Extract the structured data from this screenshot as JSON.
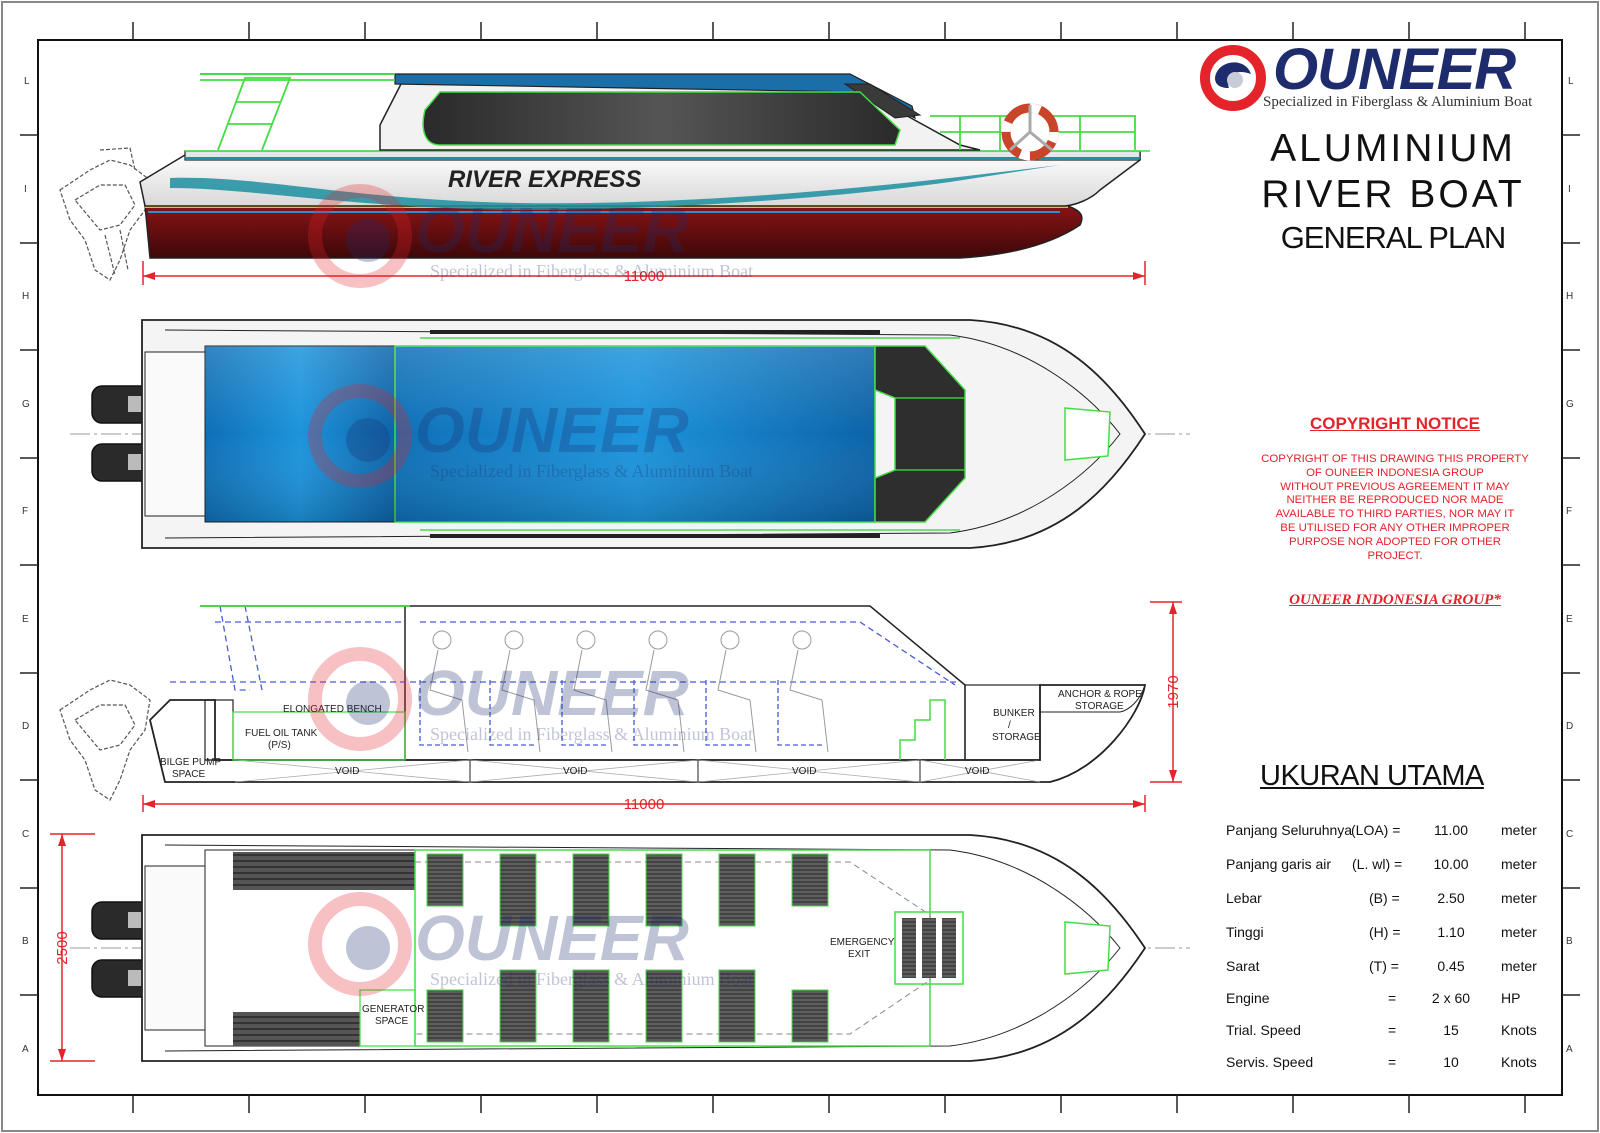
{
  "brand": {
    "name": "OUNEER",
    "tagline": "Specialized in Fiberglass & Aluminium Boat",
    "colors": {
      "navy": "#1e2c6e",
      "red": "#e4232a",
      "accent_blue": "#1a8fd8",
      "hull_maroon": "#5a0d0e",
      "outline_green": "#44dd44"
    }
  },
  "title": {
    "line1": "ALUMINIUM",
    "line2": "RIVER BOAT",
    "line3": "GENERAL PLAN"
  },
  "copyright": {
    "heading": "COPYRIGHT NOTICE",
    "lines": [
      "COPYRIGHT OF THIS DRAWING THIS PROPERTY",
      "OF OUNEER INDONESIA GROUP",
      "WITHOUT PREVIOUS AGREEMENT IT MAY",
      "NEITHER BE REPRODUCED NOR MADE",
      "AVAILABLE TO THIRD PARTIES, NOR MAY IT",
      "BE UTILISED FOR ANY OTHER IMPROPER",
      "PURPOSE NOR ADOPTED FOR OTHER",
      "PROJECT."
    ],
    "company": "OUNEER INDONESIA GROUP*"
  },
  "profile": {
    "boat_name": "RIVER EXPRESS"
  },
  "dimensions": {
    "length_top": "11000",
    "length_section": "11000",
    "height": "1970",
    "beam": "2500"
  },
  "section_labels": {
    "bench": "ELONGATED BENCH",
    "fuel_line1": "FUEL OIL TANK",
    "fuel_line2": "(P/S)",
    "bilge_line1": "BILGE PUMP",
    "bilge_line2": "SPACE",
    "bunker_line1": "BUNKER",
    "bunker_line2": "/",
    "bunker_line3": "STORAGE",
    "anchor_line1": "ANCHOR & ROPE",
    "anchor_line2": "STORAGE",
    "void": "VOID"
  },
  "plan_labels": {
    "emergency_line1": "EMERGENCY",
    "emergency_line2": "EXIT",
    "generator_line1": "GENERATOR",
    "generator_line2": "SPACE"
  },
  "frame_marks": {
    "left_letters": [
      "L",
      "I",
      "H",
      "G",
      "F",
      "E",
      "D",
      "C",
      "B",
      "A"
    ]
  },
  "specs": {
    "heading": "UKURAN UTAMA",
    "rows": [
      {
        "label": "Panjang Seluruhnya",
        "symbol": "(LOA) =",
        "eq": "",
        "value": "11.00",
        "unit": "meter"
      },
      {
        "label": "Panjang garis air",
        "symbol": "(L. wl) =",
        "eq": "",
        "value": "10.00",
        "unit": "meter"
      },
      {
        "label": "Lebar",
        "symbol": "(B) =",
        "eq": "",
        "value": "2.50",
        "unit": "meter"
      },
      {
        "label": "Tinggi",
        "symbol": "(H) =",
        "eq": "",
        "value": "1.10",
        "unit": "meter"
      },
      {
        "label": "Sarat",
        "symbol": "(T) =",
        "eq": "",
        "value": "0.45",
        "unit": "meter"
      },
      {
        "label": "Engine",
        "symbol": "",
        "eq": "=",
        "value": "2 x 60",
        "unit": "HP"
      },
      {
        "label": "Trial. Speed",
        "symbol": "",
        "eq": "=",
        "value": "15",
        "unit": "Knots"
      },
      {
        "label": "Servis. Speed",
        "symbol": "",
        "eq": "=",
        "value": "10",
        "unit": "Knots"
      }
    ]
  }
}
